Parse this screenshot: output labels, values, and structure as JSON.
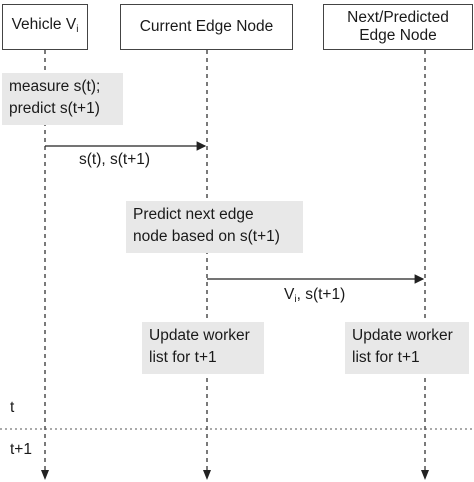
{
  "participants": [
    {
      "id": "vehicle",
      "name": "Vehicle V",
      "subscript": "i"
    },
    {
      "id": "current",
      "name": "Current Edge Node"
    },
    {
      "id": "next",
      "name_line1": "Next/Predicted",
      "name_line2": "Edge Node"
    }
  ],
  "notes": {
    "vehicle_measure": [
      "measure s(t);",
      "predict s(t+1)"
    ],
    "current_predict": [
      "Predict next edge",
      "node based on s(t+1)"
    ],
    "current_update": [
      "Update worker",
      "list for t+1"
    ],
    "next_update": [
      "Update worker",
      "list for t+1"
    ]
  },
  "messages": {
    "state_msg": "s(t), s(t+1)",
    "handover_msg_prefix": "V",
    "handover_msg_sub": "i",
    "handover_msg_suffix": ", s(t+1)"
  },
  "timeline": {
    "t_label": "t",
    "t_plus_1_label": "t+1"
  },
  "colors": {
    "note_fill": "#e8e8e8",
    "line": "#222222",
    "divider": "#555555"
  }
}
